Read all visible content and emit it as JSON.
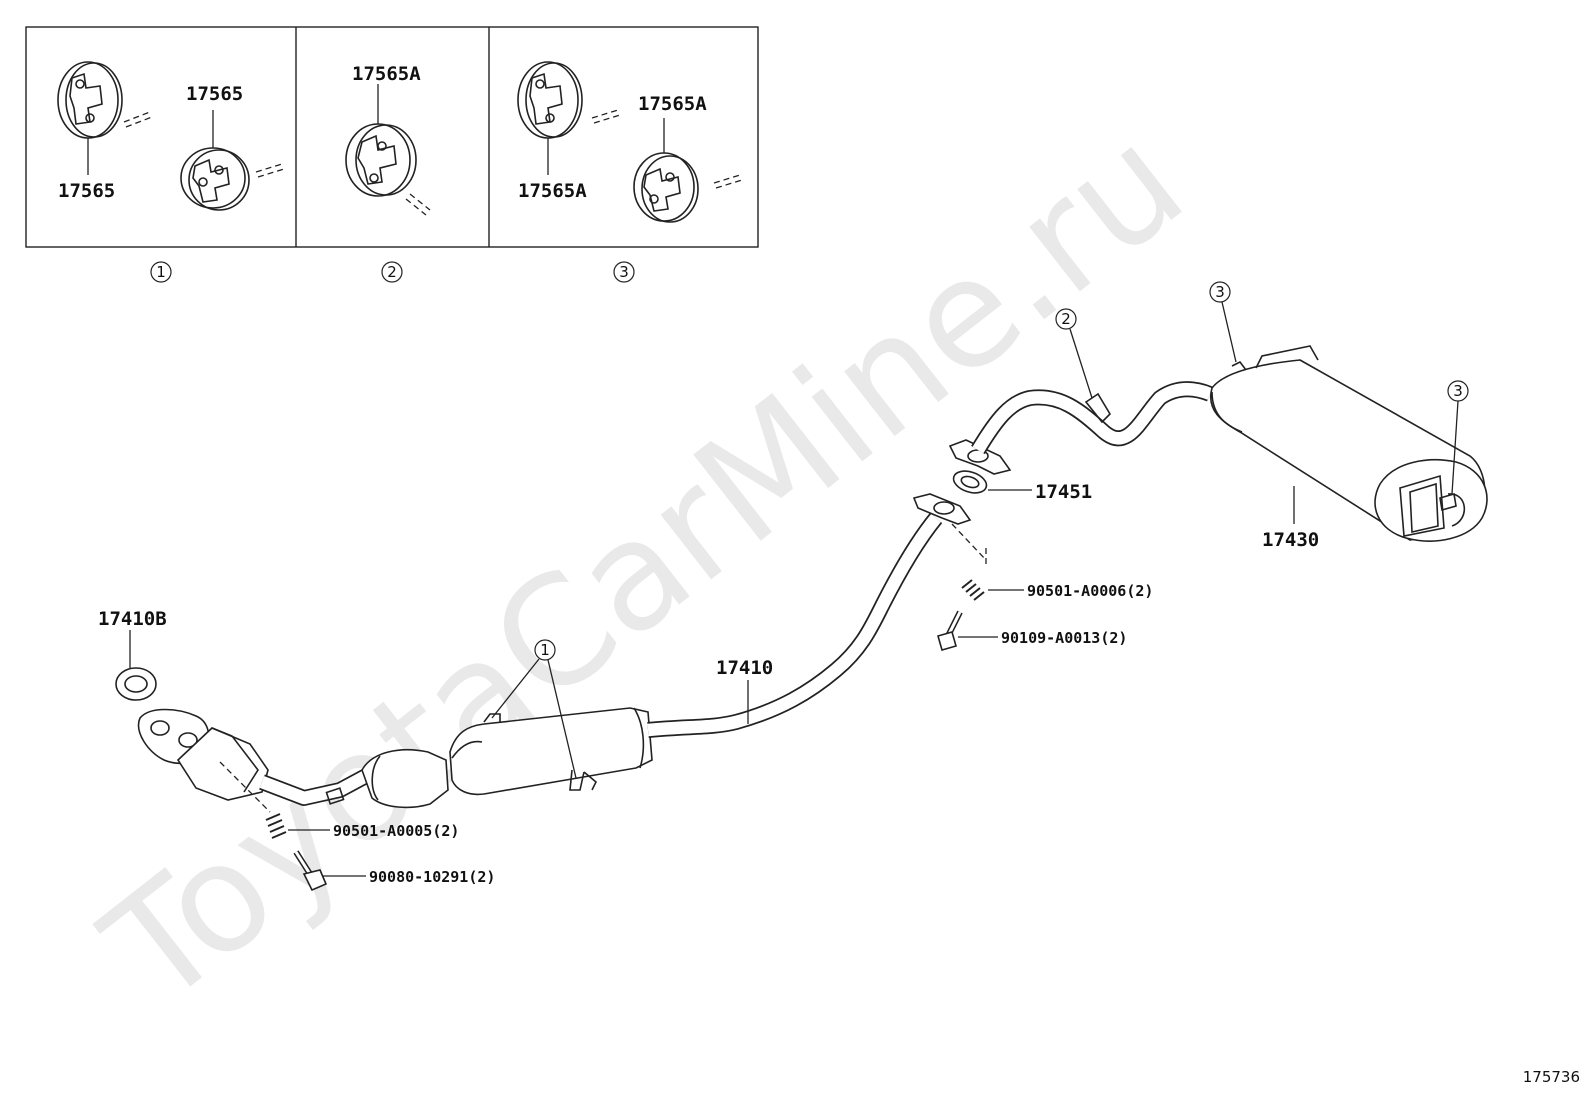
{
  "watermark": "ToyotaCarMine.ru",
  "diagram_id": "175736",
  "inset": {
    "panel_1": {
      "marker": "1",
      "labels": [
        "17565",
        "17565"
      ]
    },
    "panel_2": {
      "marker": "2",
      "labels": [
        "17565A"
      ]
    },
    "panel_3": {
      "marker": "3",
      "labels": [
        "17565A",
        "17565A"
      ]
    }
  },
  "callouts": {
    "gasket_front": "17410B",
    "front_pipe": "17410",
    "gasket_mid": "17451",
    "tailpipe": "17430",
    "spring_upper": "90501-A0006(2)",
    "bolt_upper": "90109-A0013(2)",
    "spring_lower": "90501-A0005(2)",
    "bolt_lower": "90080-10291(2)",
    "hanger_markers": [
      "1",
      "2",
      "3",
      "3"
    ]
  }
}
